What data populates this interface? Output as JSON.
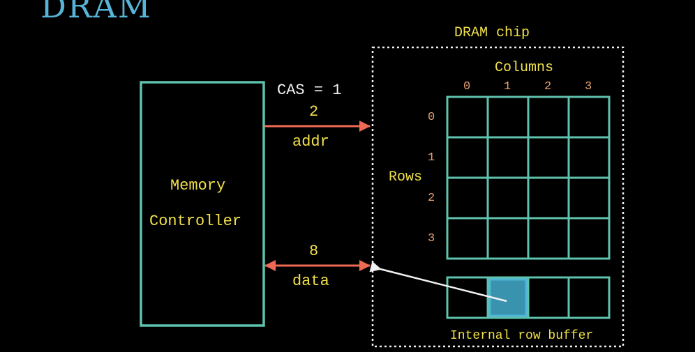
{
  "title": "DRAM",
  "memory_controller": {
    "line1": "Memory",
    "line2": "Controller"
  },
  "command": "CAS = 1",
  "address_bus": {
    "value": "2",
    "label": "addr"
  },
  "data_bus": {
    "value": "8",
    "label": "data"
  },
  "chip": {
    "label": "DRAM chip",
    "columns_label": "Columns",
    "rows_label": "Rows",
    "column_indices": [
      "0",
      "1",
      "2",
      "3"
    ],
    "row_indices": [
      "0",
      "1",
      "2",
      "3"
    ],
    "buffer_label": "Internal row buffer",
    "highlighted_buffer_cell": 1
  },
  "colors": {
    "background": "#000000",
    "title": "#58b4d6",
    "box_stroke": "#5ec2ad",
    "text": "#f1e14a",
    "index_text": "#e3a070",
    "bus_arrow": "#ef6a55",
    "highlight_fill": "#3a93ae",
    "highlight_border": "#4fb6d8"
  }
}
